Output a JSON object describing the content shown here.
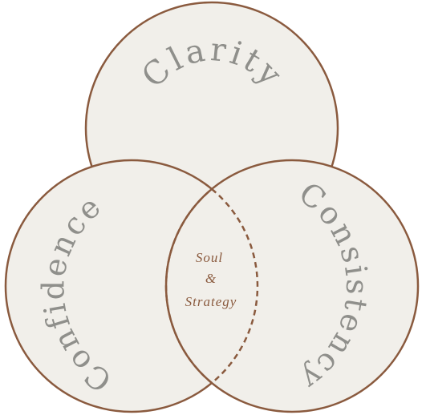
{
  "colors": {
    "background": "#ffffff",
    "circle_fill": "#f1efea",
    "circle_stroke": "#8a5a3e",
    "label_text": "#8f8f8b",
    "center_text": "#8a5a3e"
  },
  "diagram": {
    "top": {
      "label": "Clarity"
    },
    "left": {
      "label": "Confidence"
    },
    "right": {
      "label": "Consistency"
    },
    "center": {
      "line1": "Soul",
      "line2": "&",
      "line3": "Strategy"
    }
  }
}
